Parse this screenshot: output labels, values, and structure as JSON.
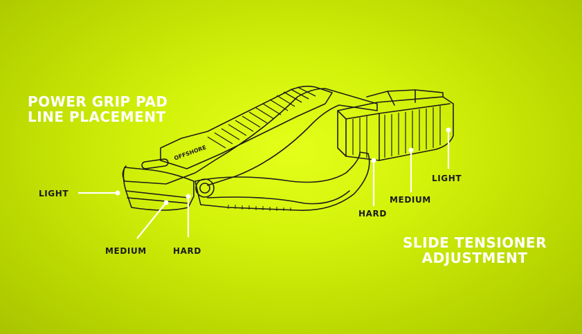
{
  "power_grip": {
    "title_line1": "POWER GRIP PAD",
    "title_line2": "LINE PLACEMENT",
    "labels": {
      "light": "LIGHT",
      "medium": "MEDIUM",
      "hard": "HARD"
    }
  },
  "slide_tensioner": {
    "title_line1": "SLIDE TENSIONER",
    "title_line2": "ADJUSTMENT",
    "labels": {
      "light": "LIGHT",
      "medium": "MEDIUM",
      "hard": "HARD"
    }
  },
  "brand_mark": "OFFSHORE",
  "colors": {
    "background": "#d8f20e",
    "outline": "#1b1b1b",
    "callout": "#ffffff",
    "title": "#ffffff"
  }
}
